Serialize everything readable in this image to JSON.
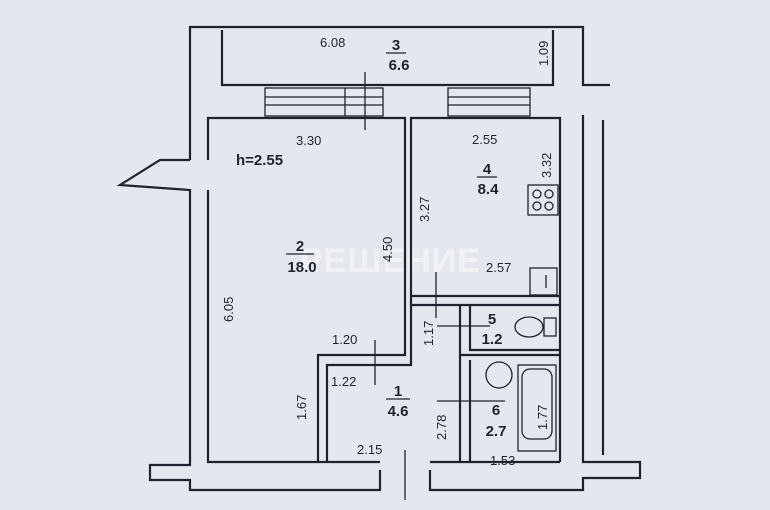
{
  "plan": {
    "ceiling_height": "h=2.55",
    "watermark": "РЕШЕНИЕ",
    "rooms": [
      {
        "number": "1",
        "area": "4.6"
      },
      {
        "number": "2",
        "area": "18.0"
      },
      {
        "number": "3",
        "area": "6.6"
      },
      {
        "number": "4",
        "area": "8.4"
      },
      {
        "number": "5",
        "area": "1.2"
      },
      {
        "number": "6",
        "area": "2.7"
      }
    ],
    "dimensions": {
      "balcony_length": "6.08",
      "balcony_width": "1.09",
      "room2_width": "3.30",
      "room2_length": "6.05",
      "room2_inner": "4.50",
      "room4_width": "2.55",
      "room4_length": "3.32",
      "room4_inner": "3.27",
      "room4_lower": "2.57",
      "hall_top": "1.20",
      "hall_side": "1.22",
      "hall_left": "1.67",
      "hall_bottom": "2.15",
      "hall_right": "2.78",
      "wc_height": "1.17",
      "bath_width": "1.53",
      "tub_length": "1.77"
    }
  }
}
